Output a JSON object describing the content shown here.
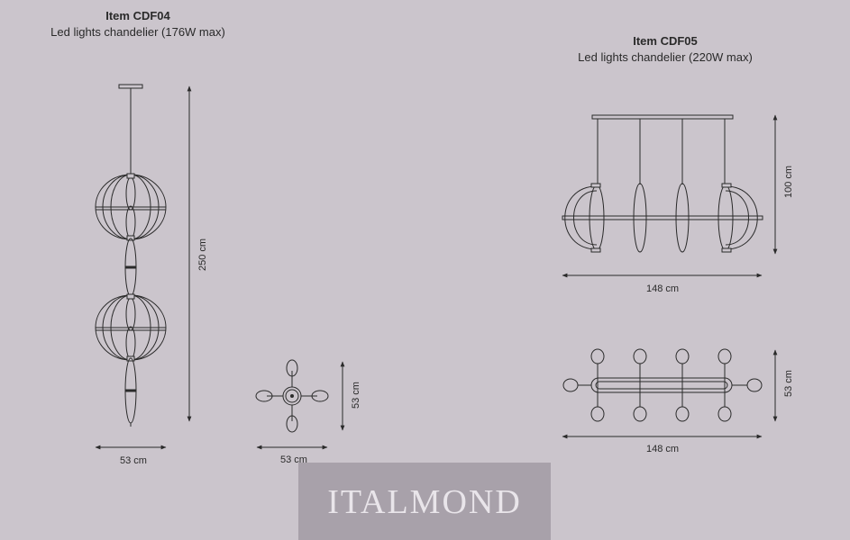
{
  "cdf04": {
    "title": "Item CDF04",
    "subtitle": "Led lights chandelier (176W max)",
    "height_dim": "250 cm",
    "width_dim": "53 cm",
    "top_view_width": "53 cm",
    "top_view_depth": "53 cm"
  },
  "cdf05": {
    "title": "Item CDF05",
    "subtitle": "Led lights chandelier (220W max)",
    "height_dim": "100 cm",
    "width_dim": "148 cm",
    "top_view_width": "148 cm",
    "top_view_depth": "53 cm"
  },
  "watermark": {
    "brand": "ITALMOND"
  },
  "colors": {
    "background": "#cbc5cc",
    "line": "#2a2a2a",
    "watermark_bg": "#8c848e",
    "watermark_text": "#e9e5ea"
  }
}
